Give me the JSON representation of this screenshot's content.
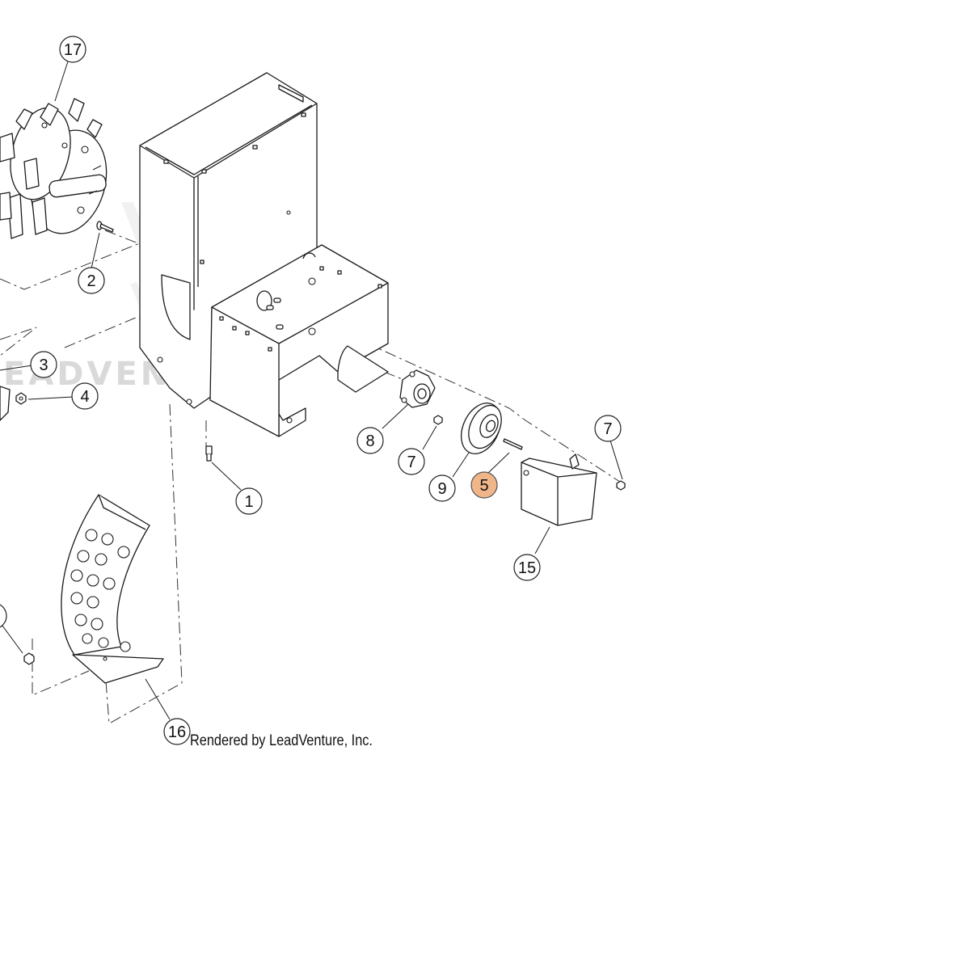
{
  "diagram": {
    "credit": "Rendered by LeadVenture, Inc.",
    "watermark": "EADVENTURE",
    "highlight_color": "#f0b68a",
    "callouts": [
      {
        "id": "c17",
        "label": "17"
      },
      {
        "id": "c2",
        "label": "2"
      },
      {
        "id": "c3",
        "label": "3"
      },
      {
        "id": "c4",
        "label": "4"
      },
      {
        "id": "c1",
        "label": "1"
      },
      {
        "id": "c8",
        "label": "8"
      },
      {
        "id": "c7a",
        "label": "7"
      },
      {
        "id": "c9",
        "label": "9"
      },
      {
        "id": "c5",
        "label": "5",
        "highlighted": true
      },
      {
        "id": "c7b",
        "label": "7"
      },
      {
        "id": "c15",
        "label": "15"
      },
      {
        "id": "c16",
        "label": "16"
      }
    ]
  }
}
